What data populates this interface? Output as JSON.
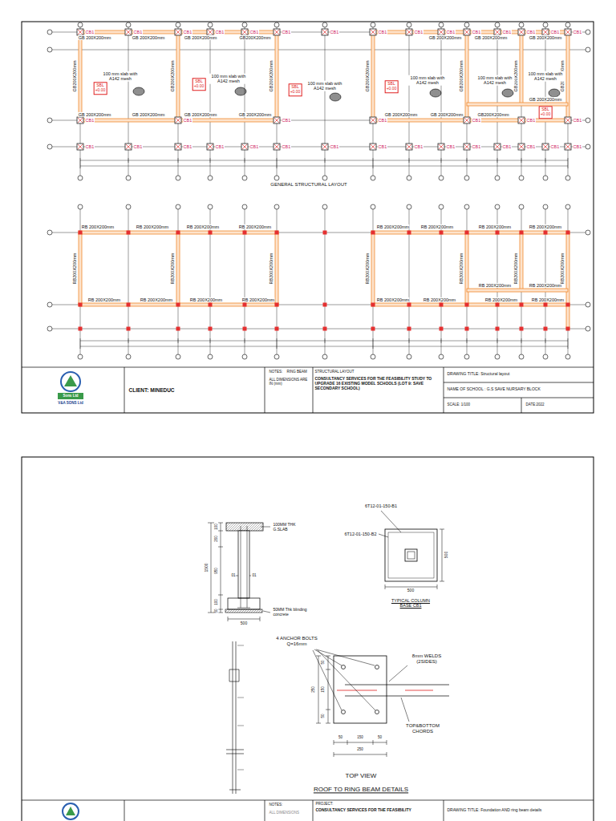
{
  "diagram": {
    "nodes": [
      {
        "text": [
          "SBL +0.00"
        ]
      },
      {
        "text": [
          "SBL +0.00"
        ]
      },
      {
        "text": [
          "SBL +0.00"
        ]
      },
      {
        "text": [
          "SBL +0.00"
        ]
      },
      {
        "text": [
          "SBL +0.00"
        ]
      }
    ],
    "labels": [
      "GB 200X200mm",
      "GB 200X200mm",
      "GB 200X200mm",
      "GB200X200mm",
      "GB 200X200mm",
      "GB 200X200mm",
      "GB 200X200mm",
      "GB 200X200mm",
      "GB 200X200mm",
      "GB 200X200mm",
      "GB 200X200mm",
      "GB 200X200mm",
      "GB 200X200mm",
      "GB200X200mm",
      "GB 200X200mm",
      "GB200X200mm",
      "GB200X200mm",
      "GB200X200mm",
      "GB200X200mm",
      "GB200X200mm",
      "GB200X200mm",
      "GB200X200mm",
      "100 mm slab with A142 mesh",
      "100 mm slab with A142 mesh",
      "100 mm slab with A142 mesh",
      "100 mm slab with A142 mesh",
      "100 mm slab with A142 mesh",
      "100 mm slab with A142 mesh",
      "CB1",
      "CB1",
      "CB1",
      "CB1",
      "CB1",
      "CB1",
      "CB1",
      "CB1",
      "CB1",
      "CB1",
      "CB1",
      "CB1",
      "CB1",
      "CB1",
      "CB1",
      "CB1",
      "CB1",
      "CB1",
      "CB1",
      "CB1",
      "CB1",
      "CB1",
      "CB1",
      "CB1",
      "CB1",
      "CB1",
      "CB1",
      "CB1",
      "CB1",
      "CB1",
      "CB1",
      "CB1",
      "CB1",
      "CB1",
      "CB1",
      "CB1",
      "CB1",
      "GENERAL STRUCTURAL LAYOUT",
      "RB 200X200mm",
      "RB 200X200mm",
      "RB 200X200mm",
      "RB 200X200mm",
      "RB 200X200mm",
      "RB 200X200mm",
      "RB 200X200mm",
      "RB 200X200mm",
      "RB 200X200mm",
      "RB 200X200mm",
      "RB 200X200mm",
      "RB 200X200mm",
      "RB 200X200mm",
      "RB 200X200mm",
      "RB 200X200mm",
      "RB 200X200mm",
      "RB 200X200mm",
      "RB 200X200mm",
      "RB200X200mm",
      "RB200X200mm",
      "RB200X200mm",
      "RB200X200mm",
      "RB200X200mm",
      "RB200X200mm",
      "RB200X200mm",
      "Sons Ltd",
      "V&A SONS Ltd",
      "CLIENT: MINEDUC",
      "NOTES:",
      "RING BEAM",
      "STRUCTURAL LAYOUT",
      "ALL DIMENSIONS ARE IN (mm)",
      "CONSULTANCY SERVICES FOR THE FEASIBILITY STUDY TO UPGRADE 16 EXISTING MODEL SCHOOLS (LOT 9: SAVE SECONDARY SCHOOL)",
      "DRAWING TITLE: Structural layout",
      "NAME OF SCHOOL : G.S SAVE NURSARY BLOCK",
      "SCALE: 1/100",
      "DATE:2022",
      "100MM THK G.SLAB",
      "100",
      "200",
      "1500",
      "950",
      "100",
      "50",
      "01",
      "01",
      "50MM Thk blinding concrete",
      "500",
      "6T12-01-150-B1",
      "6T12-01-150-B2",
      "500",
      "500",
      "TYPICAL COLUMN BASE CB1",
      "4 ANCHOR BOLTS Q=16mm",
      "8mm WELDS (2SIDES)",
      "50",
      "150",
      "50",
      "250",
      "TOP&BOTTOM CHORDS",
      "50",
      "150",
      "50",
      "250",
      "TOP VIEW",
      "ROOF TO RING BEAM DETAILS",
      "NOTES:",
      "ALL DIMENSIONS",
      "PROJECT:",
      "CONSULTANCY SERVICES FOR THE FEASIBILITY",
      "DRAWING TITLE: Foundation AND ring beam details"
    ]
  }
}
